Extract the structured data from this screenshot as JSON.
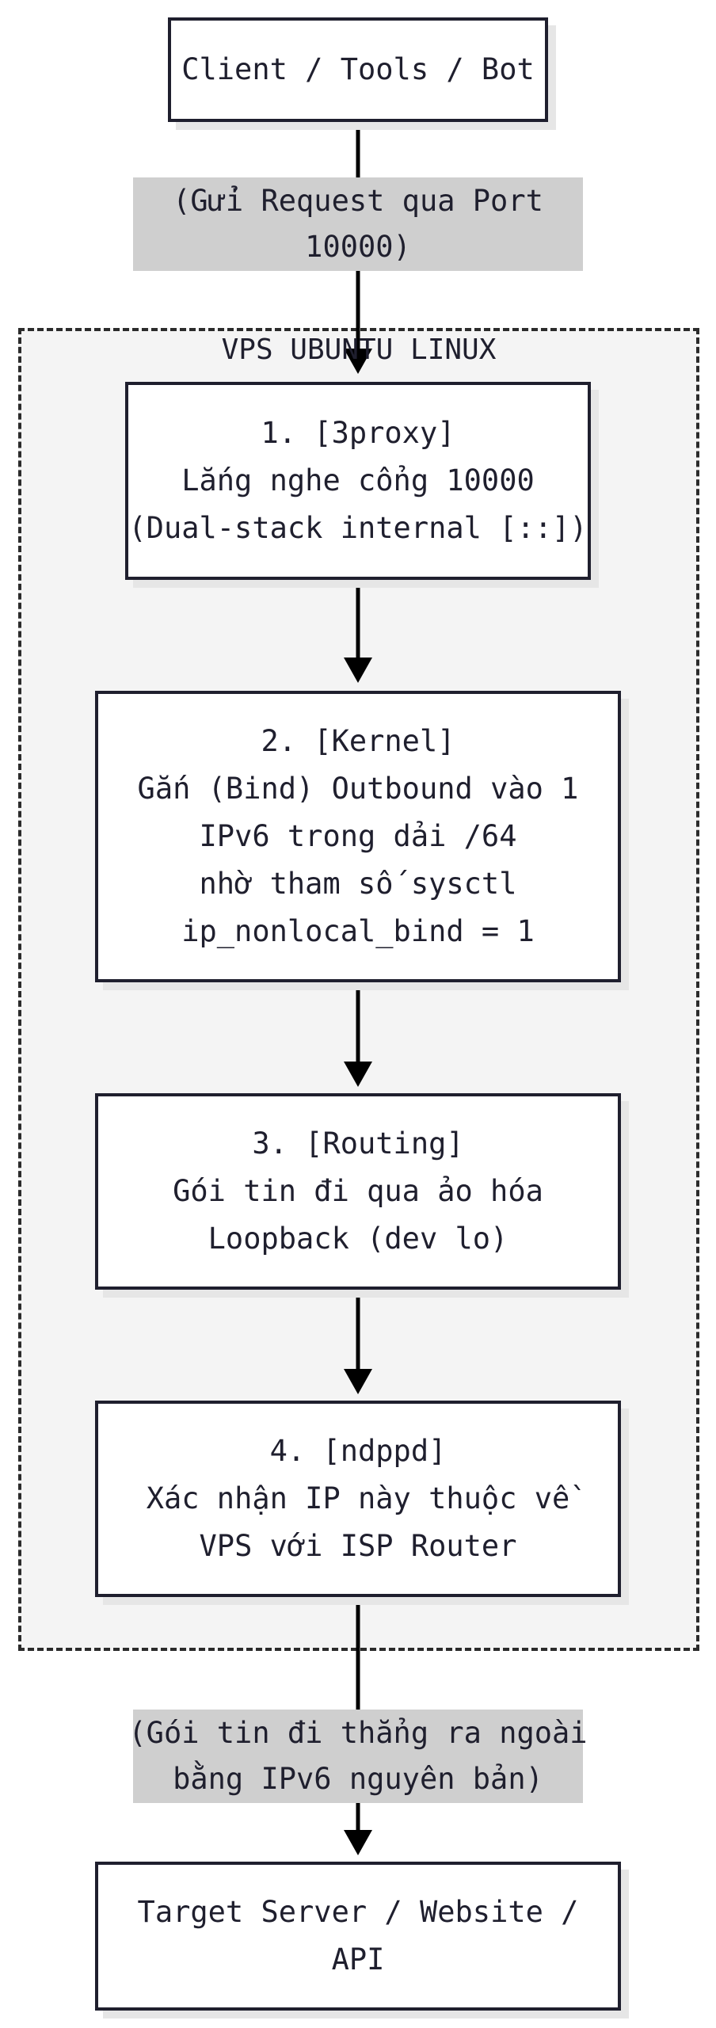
{
  "cluster": {
    "title": "VPS UBUNTU LINUX"
  },
  "nodes": {
    "client": {
      "lines": [
        "Client / Tools / Bot"
      ]
    },
    "proxy": {
      "lines": [
        "1. [3proxy]",
        "Lắng nghe cổng 10000",
        "(Dual-stack internal [::])"
      ]
    },
    "kernel": {
      "lines": [
        "2. [Kernel]",
        "Gắn (Bind) Outbound vào 1",
        "IPv6 trong dải /64",
        "nhờ tham số sysctl",
        "ip_nonlocal_bind = 1"
      ]
    },
    "routing": {
      "lines": [
        "3. [Routing]",
        "Gói tin đi qua ảo hóa",
        "Loopback (dev lo)"
      ]
    },
    "ndppd": {
      "lines": [
        "4. [ndppd]",
        "Xác nhận IP này thuộc về",
        "VPS với ISP Router"
      ]
    },
    "target": {
      "lines": [
        "Target Server / Website /",
        "API"
      ]
    }
  },
  "edge_labels": {
    "request": {
      "lines": [
        "(Gửi Request qua Port",
        "10000)"
      ]
    },
    "outbound": {
      "lines": [
        "(Gói tin đi thẳng ra ngoài",
        "bằng IPv6 nguyên bản)"
      ]
    }
  },
  "colors": {
    "stroke": "#1f1f2e",
    "cluster_fill": "#f4f4f4",
    "label_fill": "#cfcfcf",
    "shadow": "#e6e6e6"
  }
}
